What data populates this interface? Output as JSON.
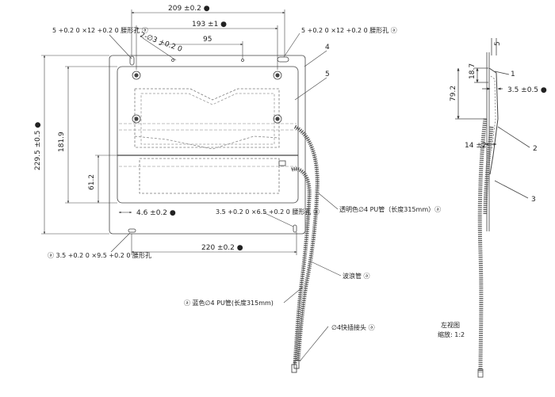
{
  "dimensions": {
    "width_209": "209 ±0.2 ●",
    "width_193": "193 ±1 ●",
    "width_95": "95",
    "angle": "2-∅3 +0.2 0",
    "right_5": "5",
    "right_18_7": "18.7",
    "right_3_5": "3.5 ±0.5 ●",
    "right_79_2": "79.2",
    "right_14": "14 ±2",
    "height_229_5": "229.5 ±0.5 ●",
    "height_181_9": "181.9",
    "height_61_2": "61.2",
    "left_4_6": "4.6 ±0.2 ●",
    "bottom_220": "220 ±0.2 ●"
  },
  "notes": {
    "slot_top_left": "5 +0.2 0 ×12 +0.2 0 腰形孔 ⓐ",
    "slot_top_right": "5 +0.2 0 ×12 +0.2 0 腰形孔 ⓐ",
    "slot_mid": "3.5 +0.2 0 ×6.5 +0.2 0 腰形孔 ⓐ",
    "slot_bottom_left": "ⓐ 3.5 +0.2 0 ×9.5 +0.2 0 腰形孔",
    "pu_clear": "透明色∅4 PU管（长度315mm）ⓐ",
    "corrugated": "波浪管 ⓐ",
    "pu_blue": "ⓐ 蓝色∅4 PU管(长度315mm)",
    "connector": "∅4快插接头 ⓐ",
    "view_name": "左视图",
    "view_scale": "缩放: 1:2"
  },
  "callouts": {
    "c1": "1",
    "c2": "2",
    "c3": "3",
    "c4": "4",
    "c5": "5"
  }
}
